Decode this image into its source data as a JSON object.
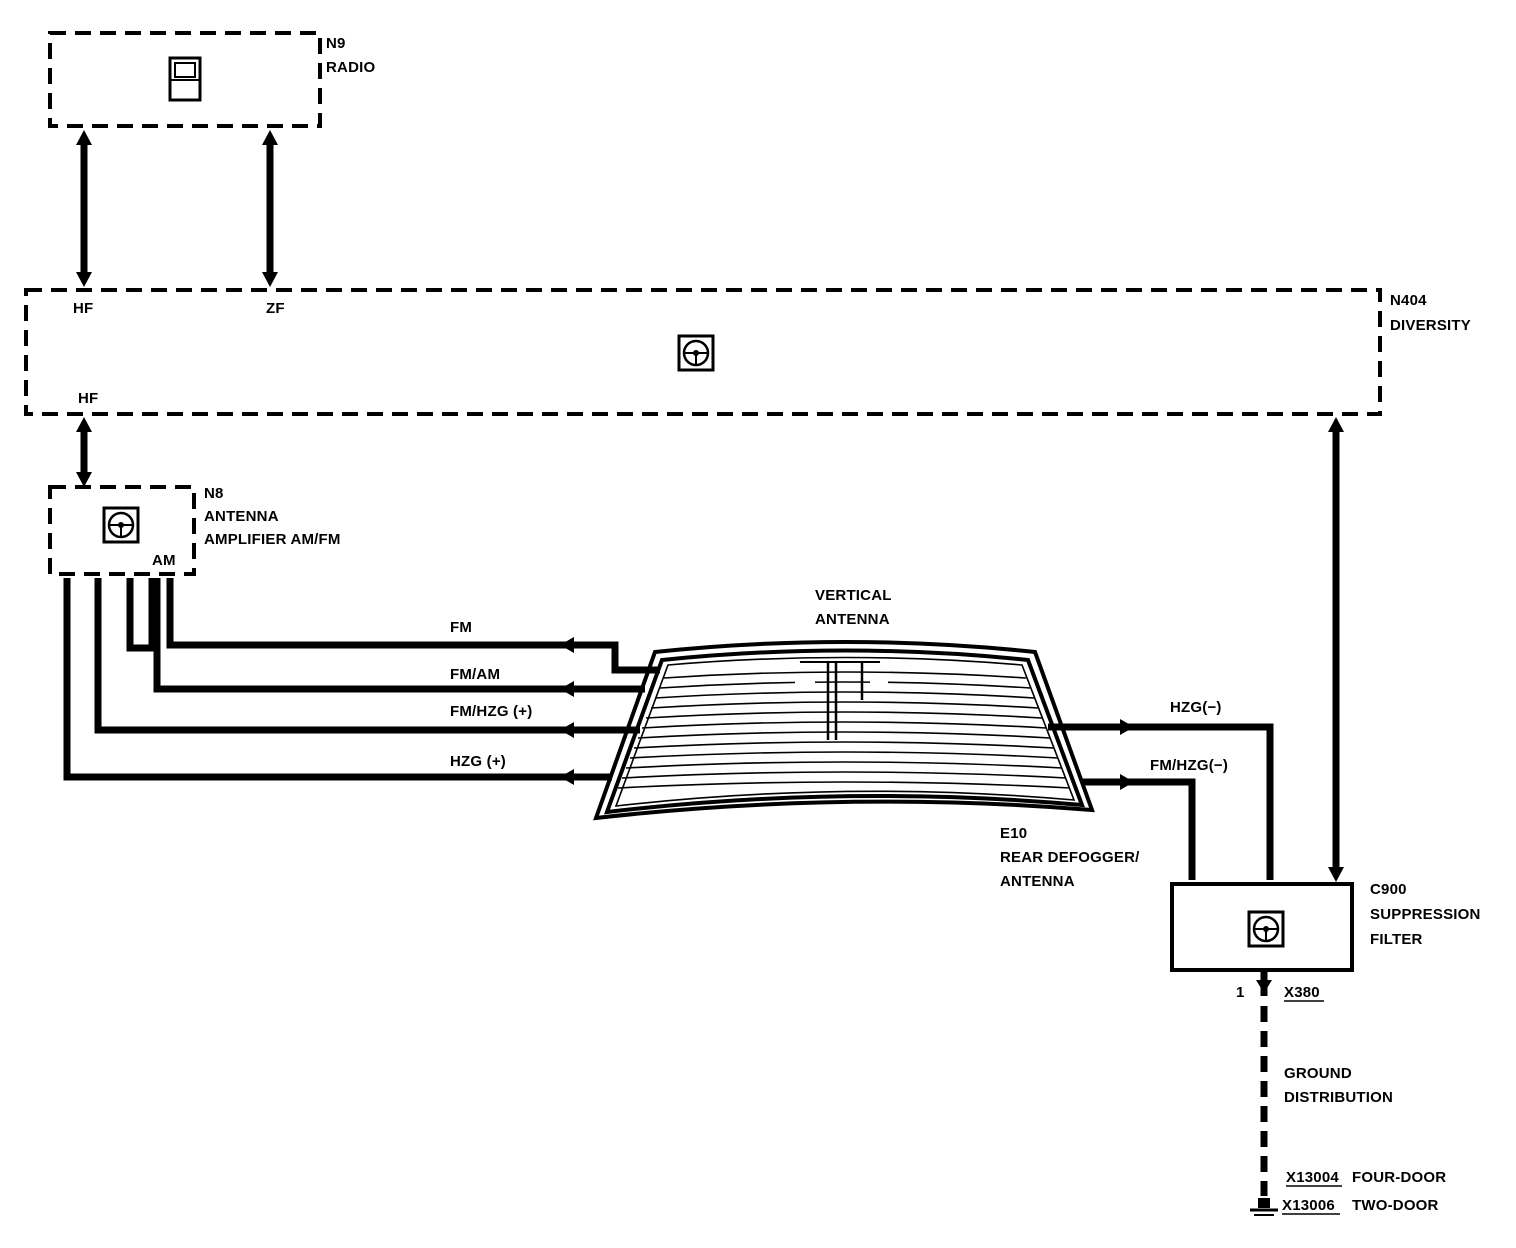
{
  "components": {
    "radio": {
      "id": "N9",
      "name": "RADIO",
      "pins": {
        "left": "HF",
        "right": "ZF"
      }
    },
    "diversity": {
      "id": "N404",
      "name": "DIVERSITY",
      "pins": {
        "top_left": "HF",
        "top_right": "ZF",
        "bottom_left": "HF"
      }
    },
    "amplifier": {
      "id": "N8",
      "name_line1": "ANTENNA",
      "name_line2": "AMPLIFIER AM/FM",
      "pin": "AM"
    },
    "defogger": {
      "id": "E10",
      "name_line1": "REAR DEFOGGER/",
      "name_line2": "ANTENNA",
      "vertical_line1": "VERTICAL",
      "vertical_line2": "ANTENNA"
    },
    "filter": {
      "id": "C900",
      "name_line1": "SUPPRESSION",
      "name_line2": "FILTER",
      "pin": "1",
      "connector": "X380"
    },
    "ground": {
      "line1": "GROUND",
      "line2": "DISTRIBUTION",
      "conn1": "X13004",
      "conn1_desc": "FOUR-DOOR",
      "conn2": "X13006",
      "conn2_desc": "TWO-DOOR"
    }
  },
  "signals": {
    "fm": "FM",
    "fm_am": "FM/AM",
    "fm_hzg_plus": "FM/HZG (+)",
    "hzg_plus": "HZG (+)",
    "hzg_minus": "HZG(−)",
    "fm_hzg_minus": "FM/HZG(−)"
  }
}
